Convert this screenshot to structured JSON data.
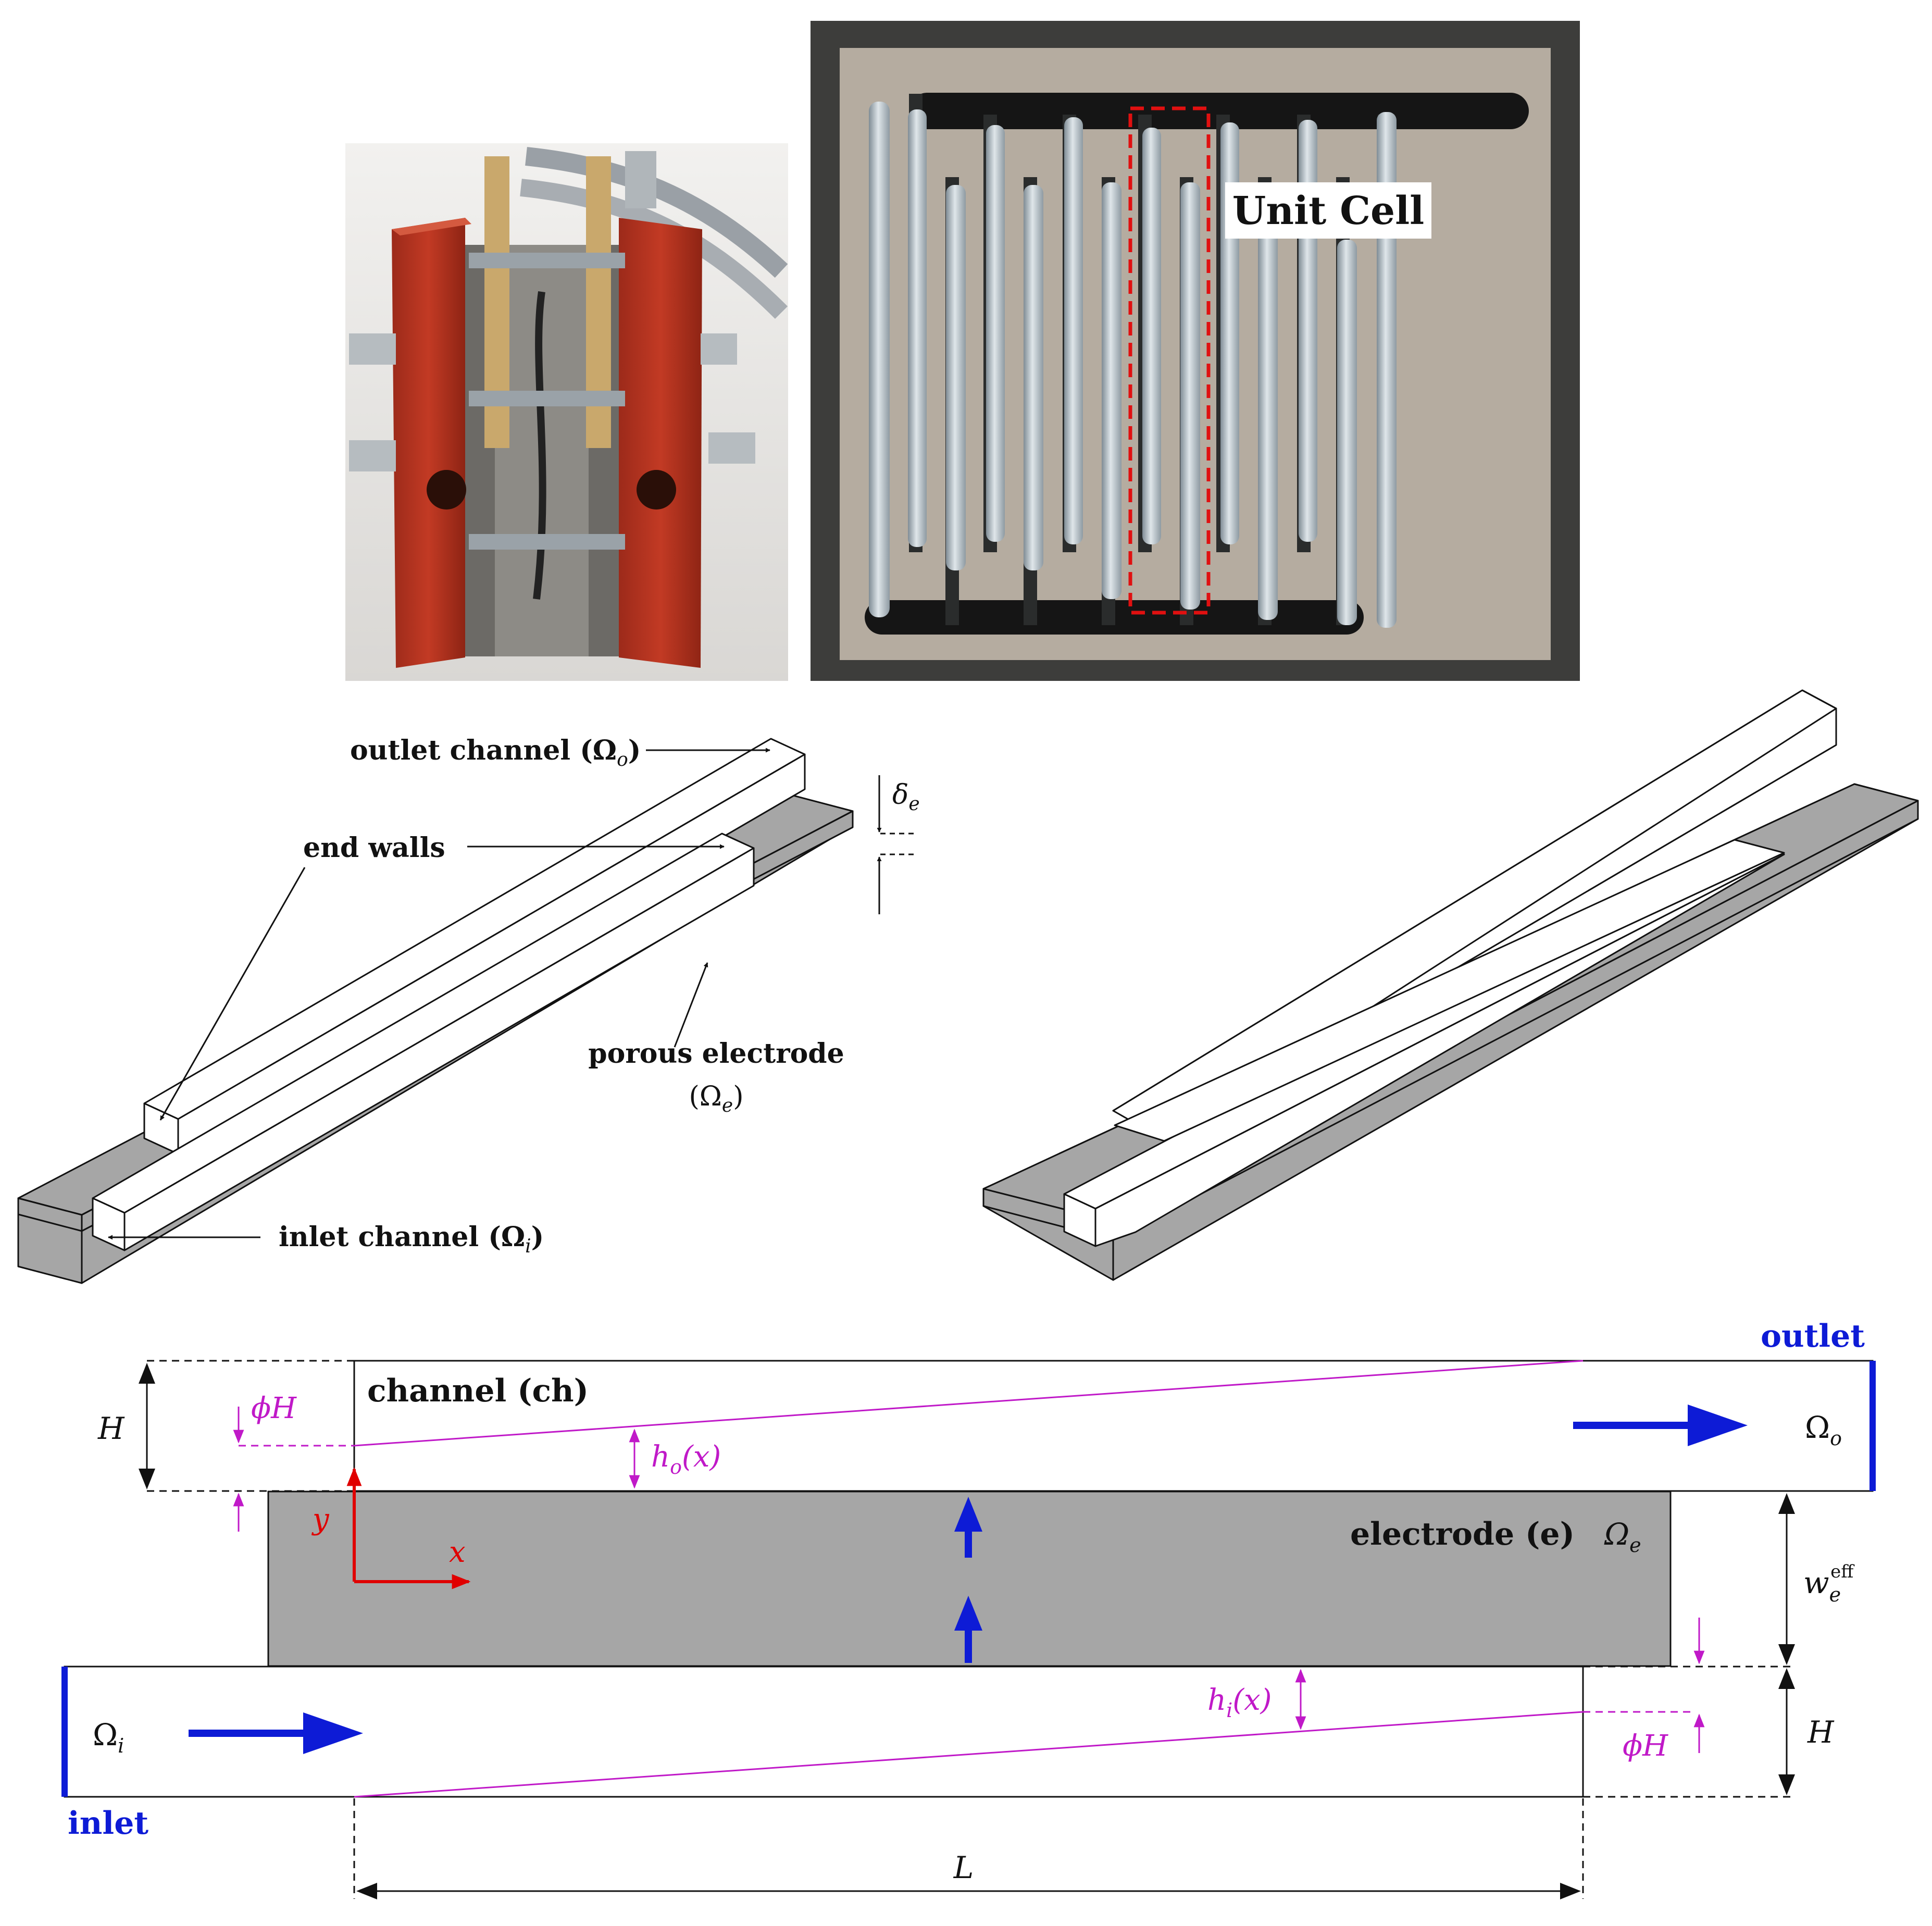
{
  "photos": {
    "unit_cell_label": "Unit Cell"
  },
  "iso_left": {
    "outlet_channel": "outlet channel (Ω",
    "outlet_sub": "o",
    "end_walls": "end walls",
    "porous_electrode": "porous electrode",
    "porous_electrode_symbol": "(Ω",
    "porous_electrode_sub": "e",
    "inlet_channel": "inlet channel (Ω",
    "inlet_sub": "i",
    "delta": "δ",
    "delta_sub": "e"
  },
  "schematic": {
    "outlet": "outlet",
    "inlet": "inlet",
    "channel_label": "channel (ch)",
    "electrode_label": "electrode (e)",
    "omega": "Ω",
    "sub_o": "o",
    "sub_e": "e",
    "sub_i": "i",
    "H": "H",
    "phiH": "ϕH",
    "h_o": "h",
    "h_o_sub": "o",
    "h_o_arg": "(x)",
    "h_i": "h",
    "h_i_sub": "i",
    "h_i_arg": "(x)",
    "x_axis": "x",
    "y_axis": "y",
    "w": "w",
    "w_sub": "e",
    "w_sup": "eff",
    "L": "L"
  },
  "colors": {
    "electrode_gray": "#a9a9a9",
    "flow_blue": "#0d1bd6",
    "geometry_magenta": "#c019c8",
    "axis_red": "#e00000",
    "cell_red": "#b3321f"
  }
}
